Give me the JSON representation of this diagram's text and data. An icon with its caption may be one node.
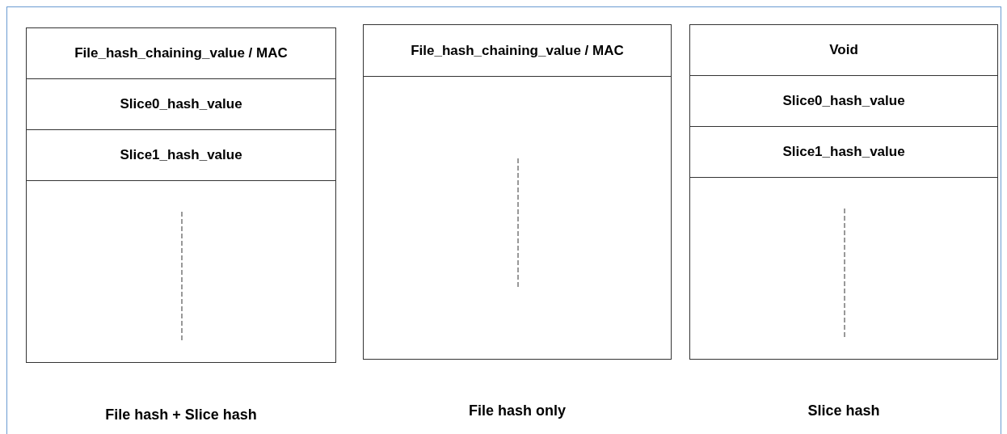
{
  "diagram": {
    "nodes": [
      {
        "text": [],
        "shape": "box",
        "beside": [
          "File hash + Slice hash"
        ]
      },
      {
        "text": [
          "File_hash_chaining_value / MAC"
        ],
        "in": 0
      },
      {
        "text": [
          "Slice0_hash_value"
        ],
        "in": 0
      },
      {
        "text": [
          "Slice1_hash_value"
        ],
        "in": 0
      },
      {
        "text": [],
        "shape": "box",
        "beside": [
          "File hash only"
        ]
      },
      {
        "text": [
          "File_hash_chaining_value / MAC"
        ],
        "in": 4
      },
      {
        "text": [],
        "shape": "box",
        "beside": [
          "Slice hash"
        ]
      },
      {
        "text": [
          "Void"
        ],
        "in": 6
      },
      {
        "text": [
          "Slice0_hash_value"
        ],
        "in": 6
      },
      {
        "text": [
          "Slice1_hash_value"
        ],
        "in": 6
      }
    ],
    "edges": []
  }
}
